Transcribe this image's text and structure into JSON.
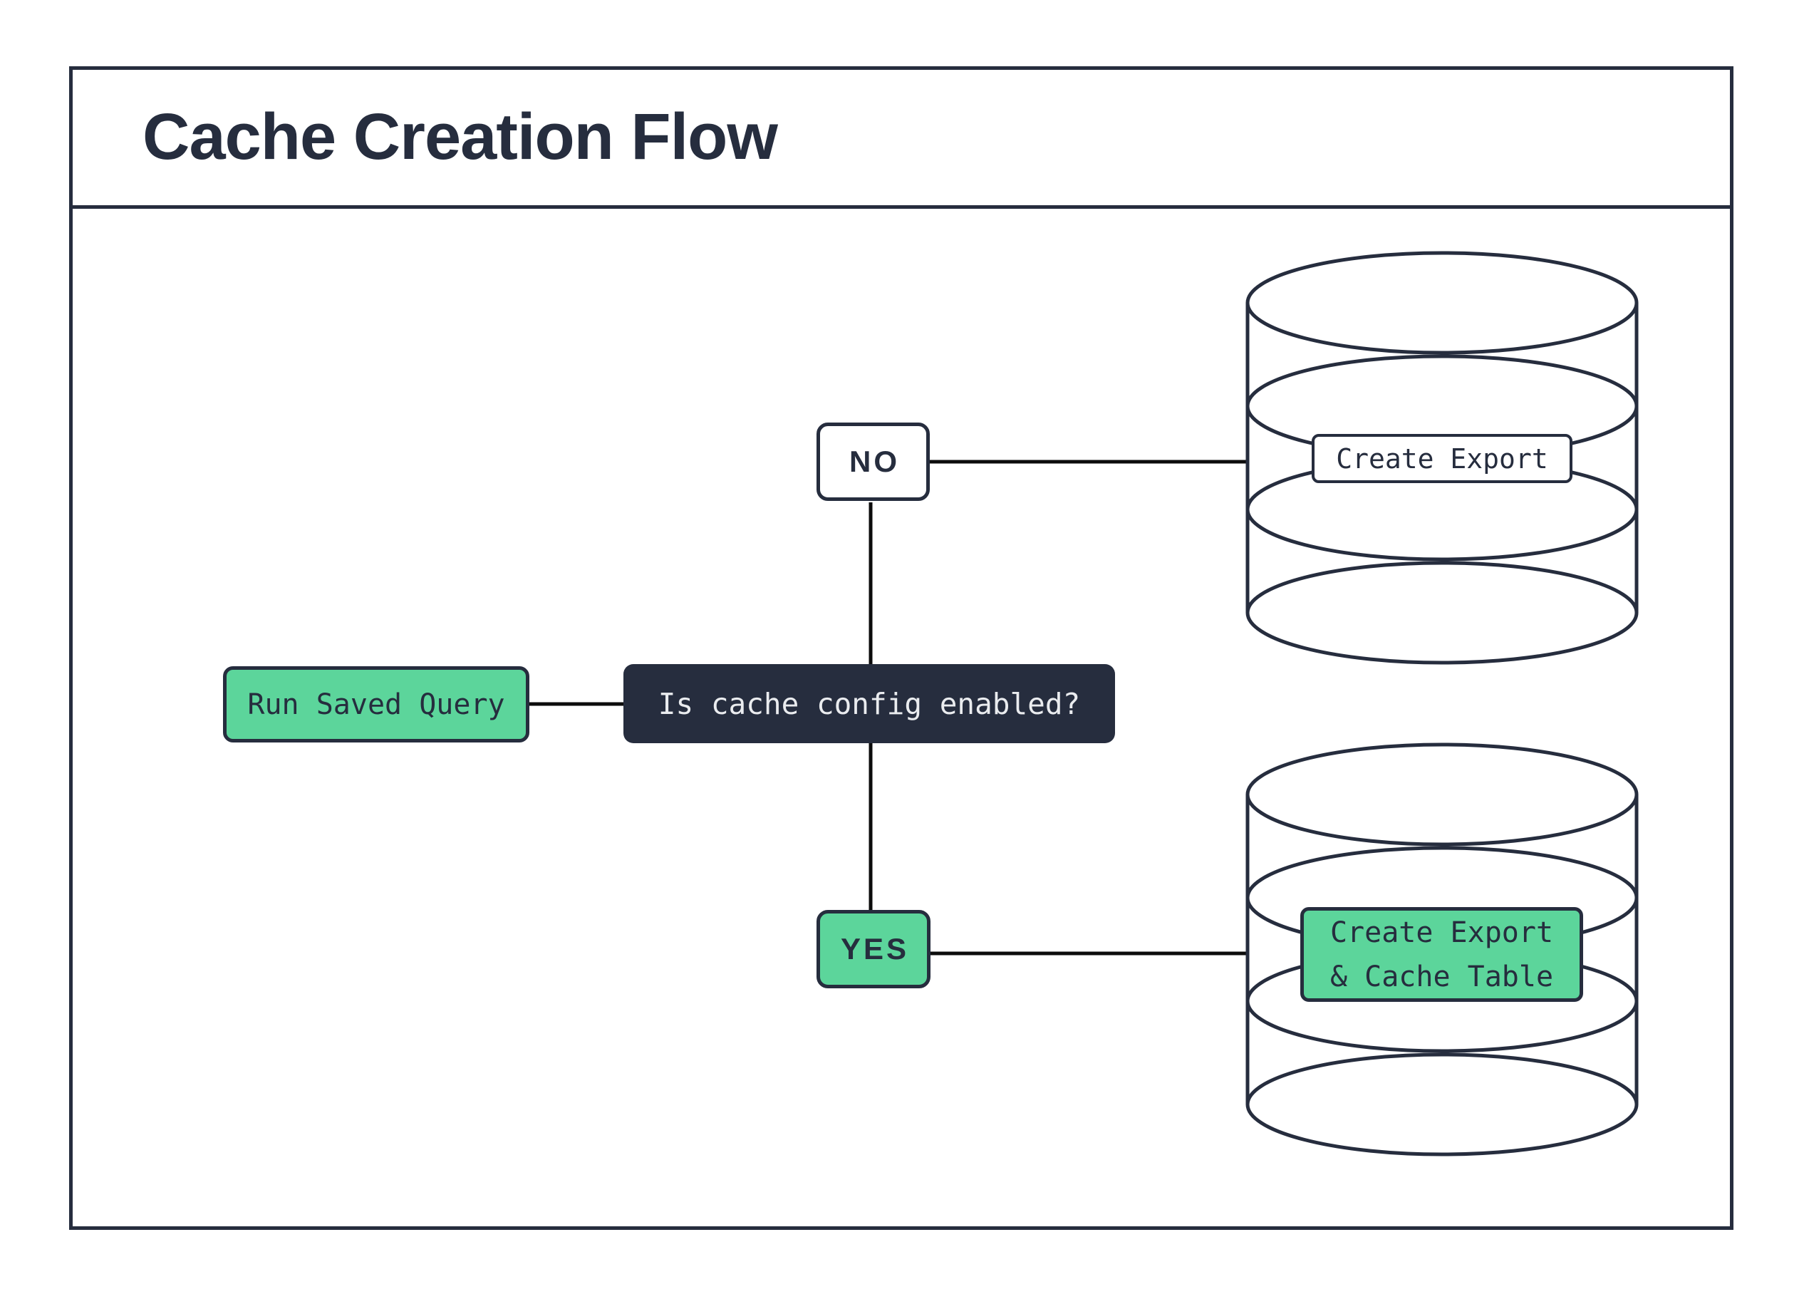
{
  "diagram": {
    "title": "Cache Creation Flow",
    "nodes": {
      "start": {
        "label": "Run Saved Query"
      },
      "decision": {
        "label": "Is cache config enabled?"
      },
      "no_branch": {
        "label": "NO"
      },
      "yes_branch": {
        "label": "YES"
      },
      "export_db": {
        "label": "Create Export"
      },
      "cache_db": {
        "label_line1": "Create Export",
        "label_line2": "& Cache Table"
      }
    },
    "colors": {
      "navy": "#262d3e",
      "green": "#5cd59b",
      "connector": "#0c0c0c",
      "light_text": "#eaecef",
      "background": "#ffffff"
    }
  }
}
